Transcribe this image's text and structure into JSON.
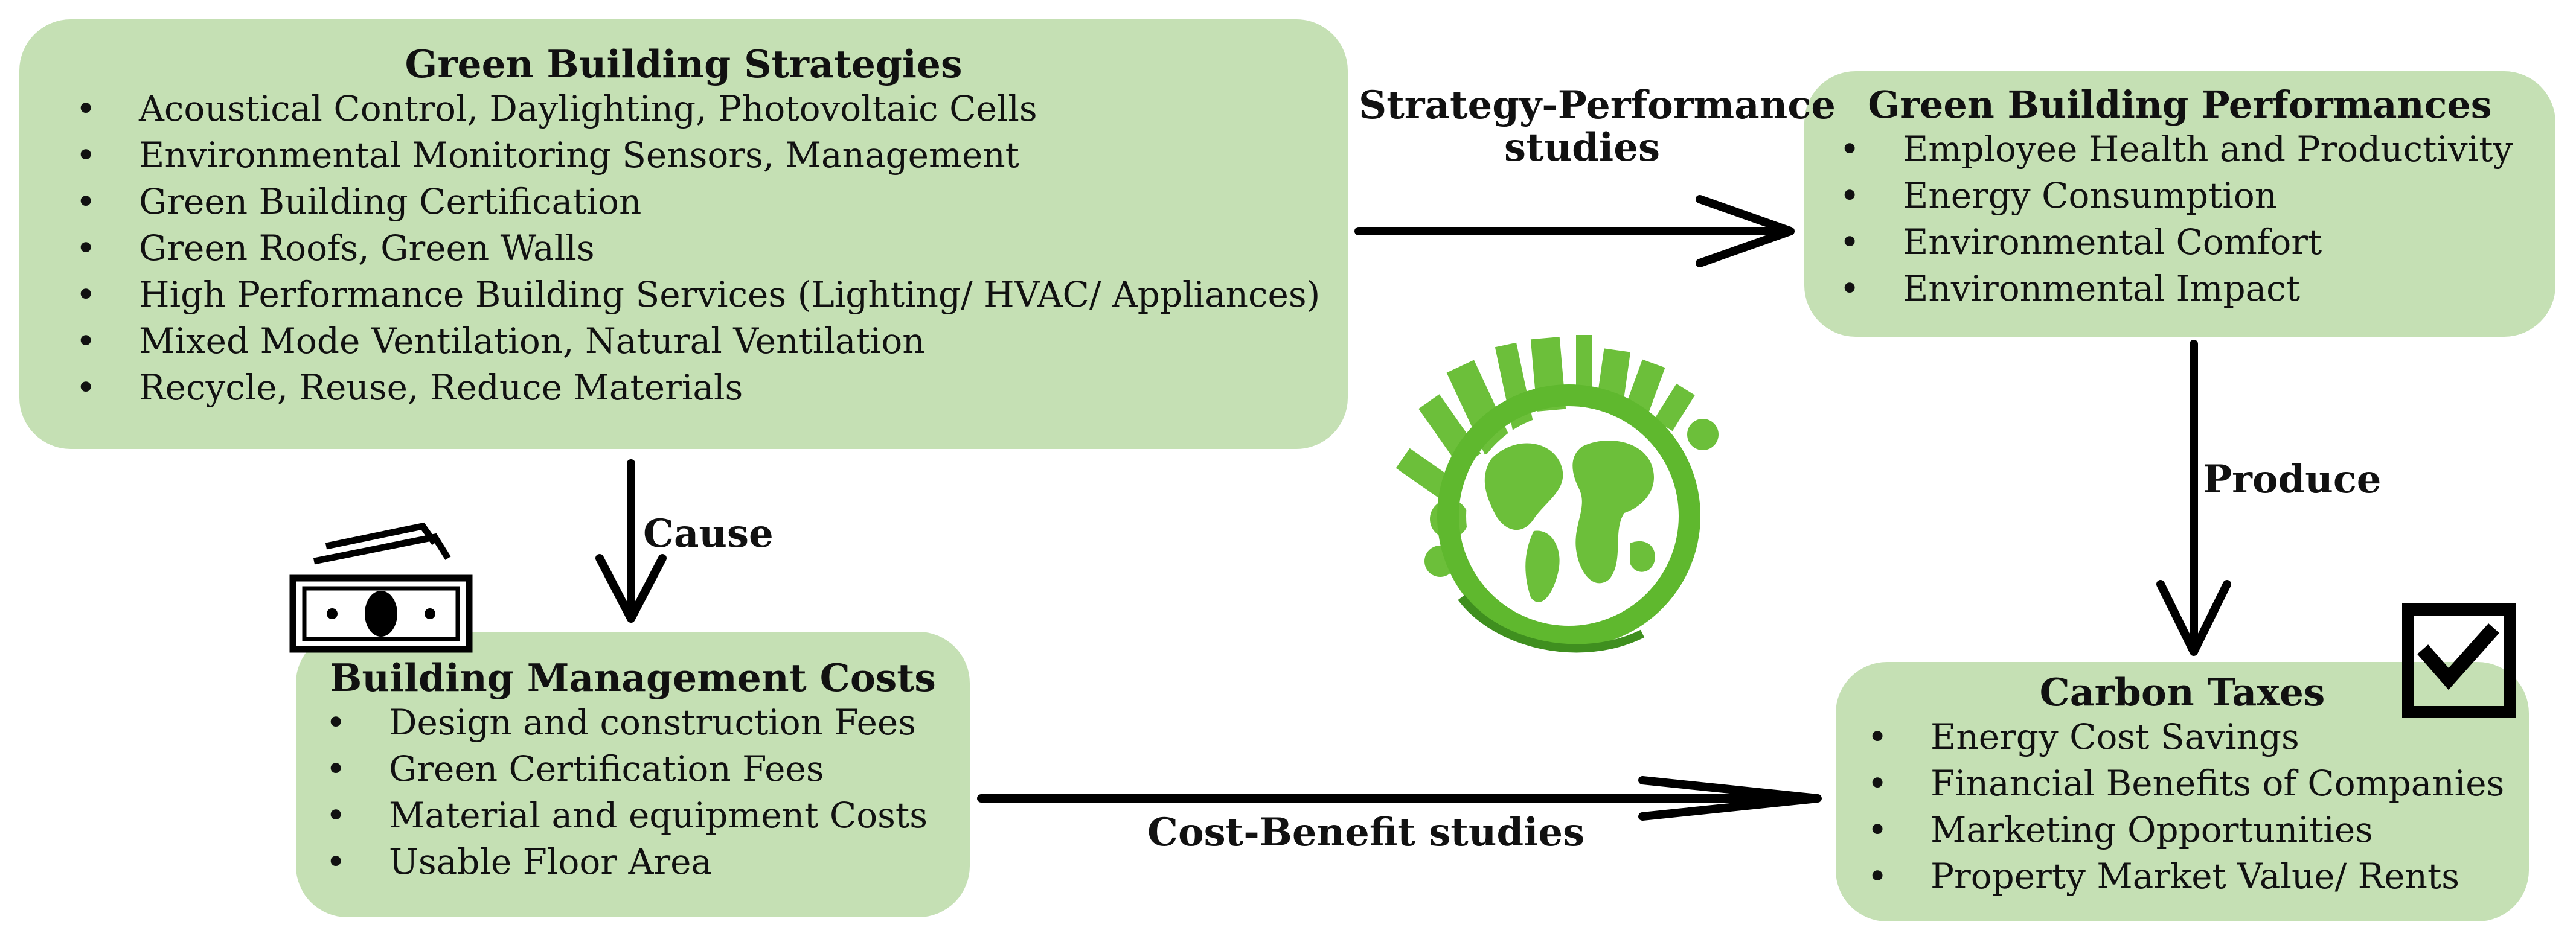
{
  "strategies": {
    "title": "Green Building Strategies",
    "items": [
      "Acoustical Control, Daylighting, Photovoltaic Cells",
      "Environmental Monitoring Sensors, Management",
      "Green Building Certification",
      "Green Roofs, Green Walls",
      "High Performance Building Services (Lighting/ HVAC/ Appliances)",
      "Mixed Mode Ventilation, Natural Ventilation",
      "Recycle, Reuse, Reduce Materials"
    ]
  },
  "performances": {
    "title": "Green Building Performances",
    "items": [
      "Employee Health and Productivity",
      "Energy Consumption",
      "Environmental Comfort",
      "Environmental Impact"
    ]
  },
  "costs": {
    "title": "Building Management Costs",
    "items": [
      "Design and construction Fees",
      "Green Certification Fees",
      "Material and equipment Costs",
      "Usable Floor Area"
    ]
  },
  "taxes": {
    "title": "Carbon Taxes",
    "items": [
      "Energy Cost Savings",
      "Financial Benefits of Companies",
      "Marketing Opportunities",
      "Property Market Value/ Rents"
    ]
  },
  "flows": {
    "strategy_performance_line1": "Strategy-Performance",
    "strategy_performance_line2": "studies",
    "cause": "Cause",
    "produce": "Produce",
    "cost_benefit": "Cost-Benefit studies"
  },
  "colors": {
    "box_fill": "#c5e0b4",
    "earth_green": "#6cbf3a",
    "dark_green": "#3f8f1f",
    "arrow": "#000000"
  },
  "icons": [
    "money-icon",
    "checkbox-icon",
    "green-earth-city-icon"
  ]
}
